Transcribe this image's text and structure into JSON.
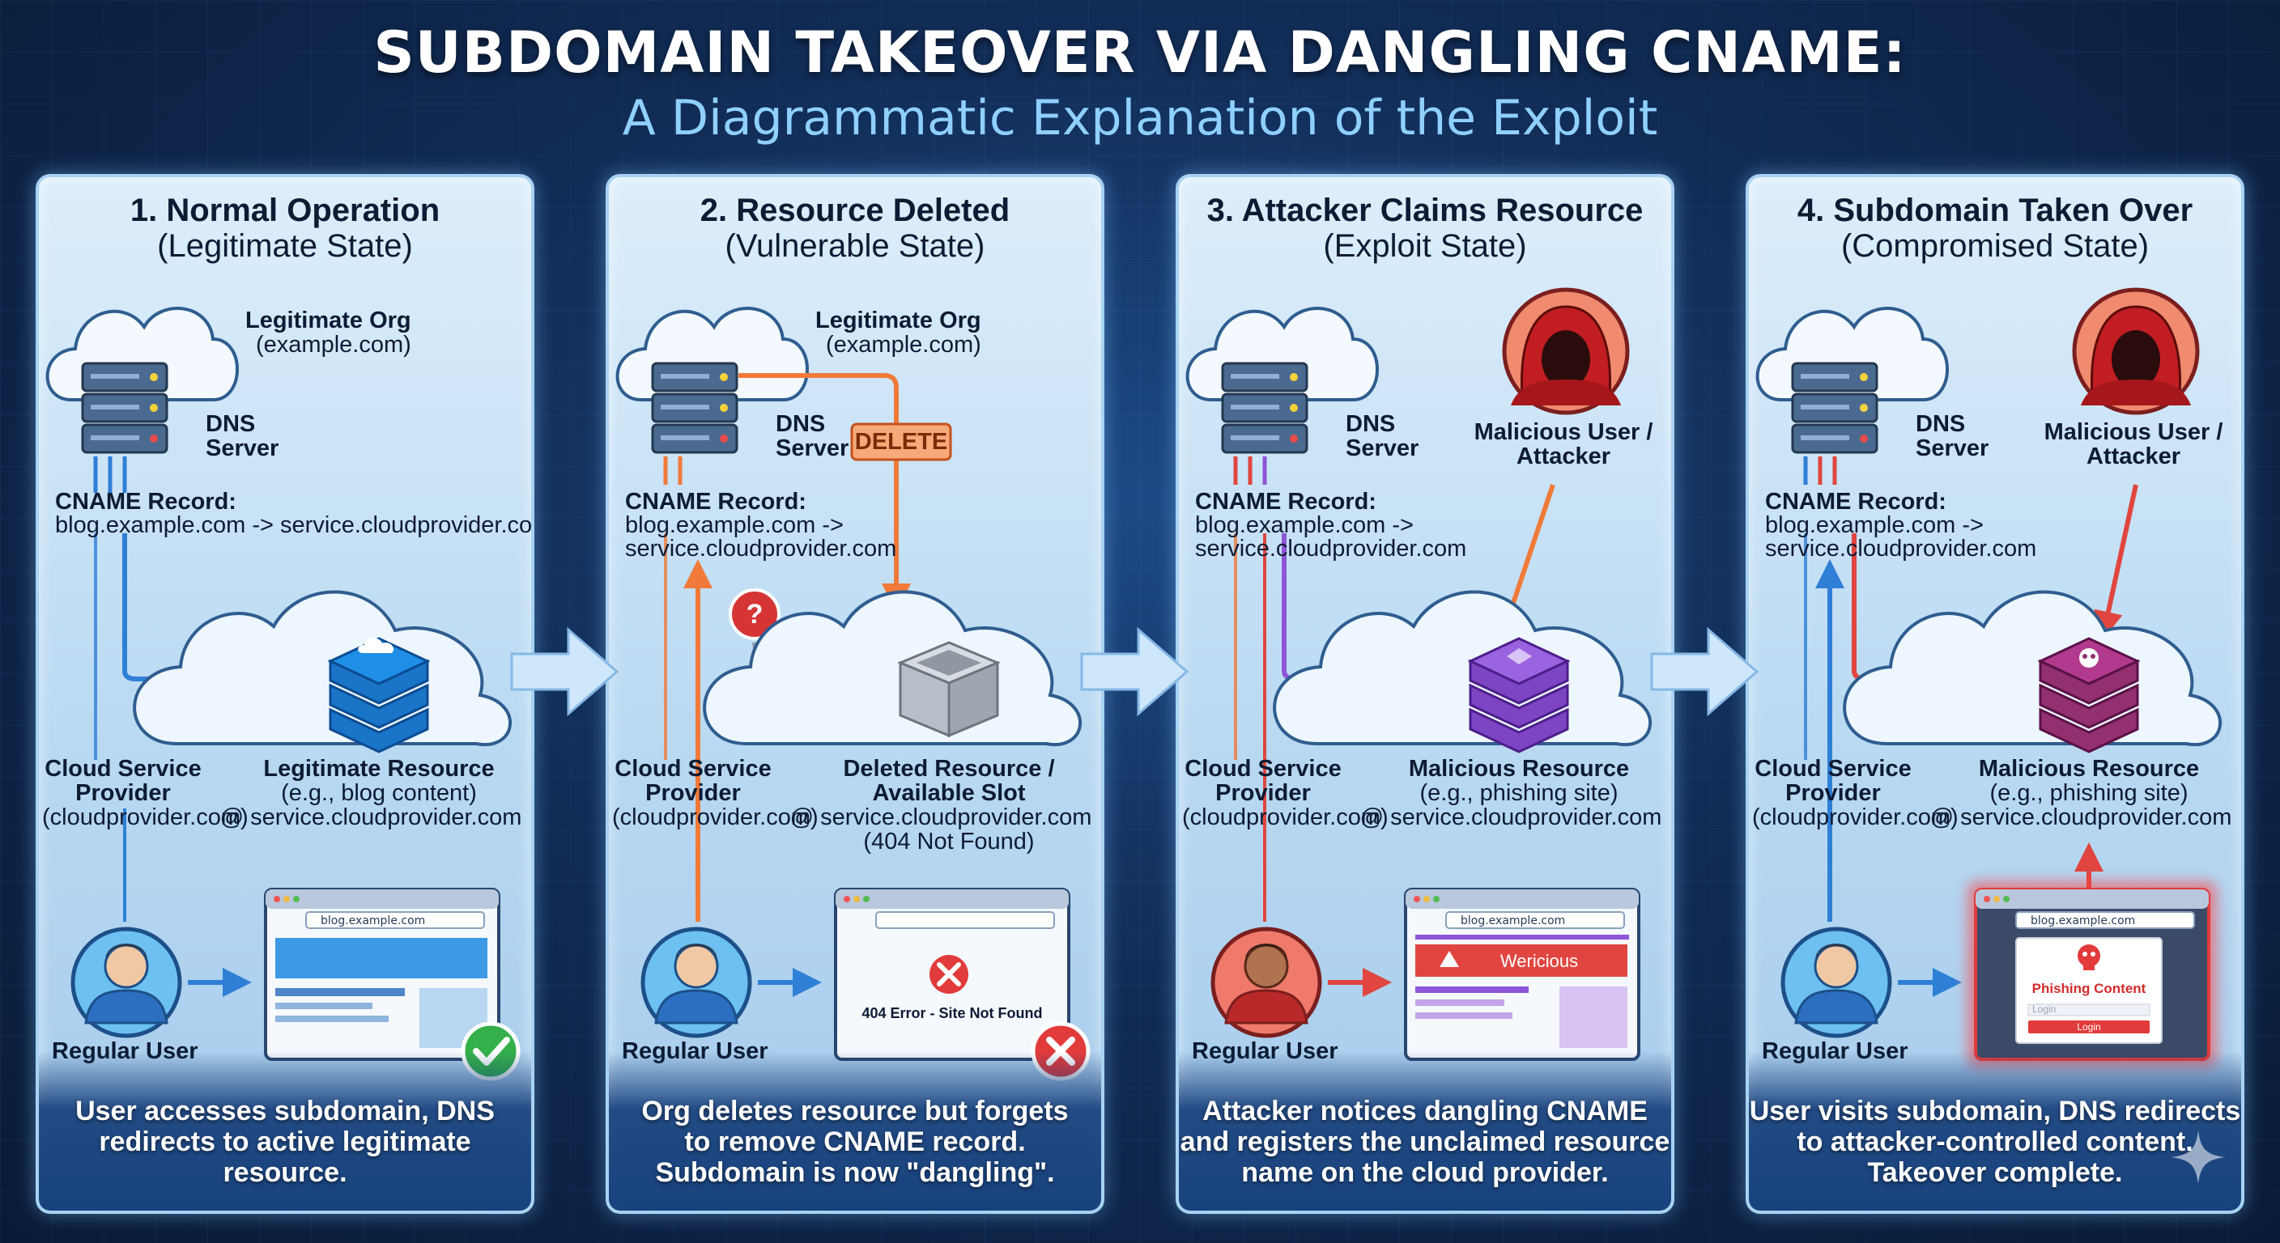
{
  "header": {
    "title": "SUBDOMAIN TAKEOVER VIA DANGLING CNAME:",
    "subtitle": "A Diagrammatic Explanation of the Exploit"
  },
  "colors": {
    "legit_blue": "#2f7fd6",
    "deleted_orange": "#f07a3a",
    "attacker_purple": "#8e55d6",
    "attacker_red": "#e0463f",
    "success_green": "#33b04a",
    "error_red": "#e23b3b"
  },
  "panels": [
    {
      "title": "1. Normal Operation",
      "state": "(Legitimate State)",
      "org": "Legitimate Org",
      "org_domain": "(example.com)",
      "dns": "DNS",
      "server": "Server",
      "cname_label": "CNAME Record:",
      "cname_line1": "blog.example.com -> service.cloudprovider.com",
      "provider_l1": "Cloud Service",
      "provider_l2": "Provider",
      "provider_l3": "(cloudprovider.com)",
      "res_l1": "Legitimate Resource",
      "res_l2": "(e.g., blog content)",
      "res_l3": "@ service.cloudprovider.com",
      "browser_url": "blog.example.com",
      "user": "Regular User",
      "status_icon": "check-circle-icon",
      "desc": [
        "User accesses subdomain, DNS",
        "redirects to active legitimate",
        "resource."
      ]
    },
    {
      "title": "2. Resource Deleted",
      "state": "(Vulnerable State)",
      "org": "Legitimate Org",
      "org_domain": "(example.com)",
      "dns": "DNS",
      "server": "Server",
      "delete_badge": "DELETE",
      "unknown_mark": "?",
      "cname_label": "CNAME Record:",
      "cname_line1": "blog.example.com ->",
      "cname_line2": "service.cloudprovider.com",
      "provider_l1": "Cloud Service",
      "provider_l2": "Provider",
      "provider_l3": "(cloudprovider.com)",
      "res_l1": "Deleted Resource /",
      "res_l2": "Available Slot",
      "res_l3": "@ service.cloudprovider.com",
      "res_l4": "(404 Not Found)",
      "error_text": "404 Error - Site Not Found",
      "user": "Regular User",
      "status_icon": "x-circle-icon",
      "desc": [
        "Org deletes resource but forgets",
        "to remove CNAME record.",
        "Subdomain is now \"dangling\"."
      ]
    },
    {
      "title": "3. Attacker Claims Resource",
      "state": "(Exploit State)",
      "dns": "DNS",
      "server": "Server",
      "attacker_l1": "Malicious User /",
      "attacker_l2": "Attacker",
      "cname_label": "CNAME Record:",
      "cname_line1": "blog.example.com ->",
      "cname_line2": "service.cloudprovider.com",
      "provider_l1": "Cloud Service",
      "provider_l2": "Provider",
      "provider_l3": "(cloudprovider.com)",
      "res_l1": "Malicious Resource",
      "res_l2": "(e.g., phishing site)",
      "res_l3": "@ service.cloudprovider.com",
      "browser_url": "blog.example.com",
      "warning_text": "Wericious",
      "user": "Regular User",
      "desc": [
        "Attacker notices dangling CNAME",
        "and registers the unclaimed resource",
        "name on the cloud provider."
      ]
    },
    {
      "title": "4. Subdomain Taken Over",
      "state": "(Compromised State)",
      "dns": "DNS",
      "server": "Server",
      "attacker_l1": "Malicious User /",
      "attacker_l2": "Attacker",
      "cname_label": "CNAME Record:",
      "cname_line1": "blog.example.com ->",
      "cname_line2": "service.cloudprovider.com",
      "provider_l1": "Cloud Service",
      "provider_l2": "Provider",
      "provider_l3": "(cloudprovider.com)",
      "res_l1": "Malicious Resource",
      "res_l2": "(e.g., phishing site)",
      "res_l3": "@ service.cloudprovider.com",
      "browser_url": "blog.example.com",
      "phish_title": "Phishing Content",
      "phish_field": "Login",
      "phish_button": "Login",
      "user": "Regular User",
      "desc": [
        "User visits subdomain, DNS redirects",
        "to attacker-controlled content.",
        "Takeover complete."
      ]
    }
  ]
}
